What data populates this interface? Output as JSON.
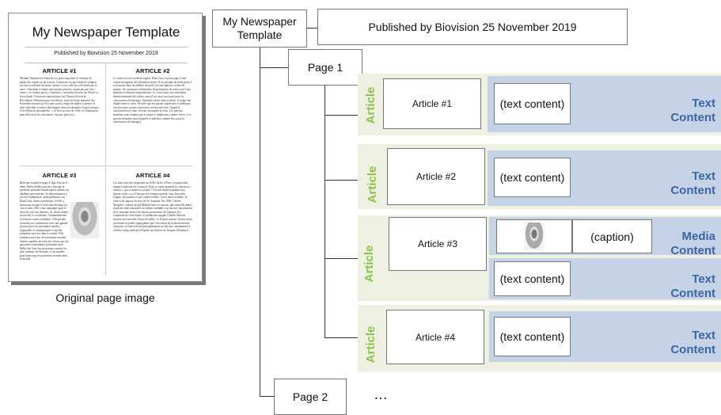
{
  "newspaper": {
    "title": "My Newspaper Template",
    "subtitle": "Published by Biovision 25 November 2019",
    "articles": [
      {
        "heading": "ARTICLE #1",
        "text": "Mettant l'homme au centre de ses préoccupations et refusant de parler des esprits ou de la mort, Confucius n'a pas fondé de religion au sens occidental du terme, même si son culte fut a été établi par la suite. Cherchant à fonder une morale positive, renonçant par fois « vieux » ce rivalité par la « sincérité », motivant l'accent sur l'étude et la rectitude. Confucius espérait pour les Chinois d'avoir la Révolution l'éducation par excellence, issue la forme attentive des Entretiens montre qu'il n'a pas voulu s'ériger en maître à penser, et qu'il cherchait à vouloir développer chez ses disciples l'esprit critique et la réflexion personnelle : « Je fixe un coin de voile, si l'étudiant ne peut découvrir les trois autres, tant pis pour lui »."
      },
      {
        "heading": "ARTICLE #2",
        "text": "Le castor est un excellent nageur. Dans l'eau, il peut nager à une vitesse atteignant dix kilomètres heure. Il est protégé du froid grâce à sa fourrure faite de milliers de poils et à une épaisse couche de graisse. Ses poumons volumineux lui permettent de rester sous l'eau pendant facilement vingt minutes. Le castor peut non seulement abattre aisément des arbres, mais il est aussi un expert pour la construction de barrages. Quand le castor abat un arbre, il ronge une double dans le tronc, de sorte que les parties supérieure et inférieure ont alors plus qu'une trop mince section très fine. Quand la construction est finie, le tronc accomplit le reste. Les perches branches sont coupées par le castor et employées comme vivres. Les grosses branches sont séparées et utilisées comme bois pour la construction de barrages."
      },
      {
        "heading": "ARTICLE #3",
        "text": "Bien que sourde-aveugle à l'âge d'un an et demi, Helen Keller parvint à devenir la première personne handicapée à obtenir un diplôme universitaire. Sa détermination a suscité l'admiration, principalement aux États-Unis. Autrice prolifique, Keller a beaucoup voyagé et était franche dans ses convictions. Elle a fait campagne pour le droit de vote des femmes, les droits relatifs au travail, le socialisme, l'antimilitarisme et d'autres causes similaires. Elle prenait en mains ses conférences avec une grande passion pour les personnes sourdes, l'apprendre à communiquer et qu'elle prenaient survivre dans le monde. Elle enseigna aussi que les personnes sourdes étaient capables de faire des choses que les personnes entendantes pouvaient faire. Keller fut l'une des personnes sourdes les plus connues de l'histoire, et un modèle pour beaucoup de personnes sourdes dans le monde."
      },
      {
        "heading": "ARTICLE #4",
        "text": "Les bals sont très fréquentés au XIXe siècle à Paris, en particulier durant la période du Carnaval. Dans ce cadre apparaît le cancan ou « chahut », qui se danse en couple. C'est une danse populaire aux figures osées, car à l'époque les femmes portent, sous leur robe, longue, des jupons et une culotte fendue. Lever ainsi la jambe, la robe et les jupons est très osé et choquant. En 1850, Céleste Mogador, vedette du bal Mabille lance le cancan, une nouvelle danse d'univers bien instaurées au rythme endiablé, sur des airs introduisent de la musique festive de danses parisiennes de l'époque. En s'inspirant de cette danse, le producteur anglais Charles Morton invente une nouvelle forme de ballet : le French cancan. Il était censé rencontrer le public anglophone par l'évocation de la liberté morale française, et était exécuté principalement sur des airs, notamment le célèbre Galop infernal d'Orphée aux Enfers de Jacques Offenbach."
      }
    ]
  },
  "original_caption": "Original page image",
  "tree": {
    "root": "My Newspaper Template",
    "publisher": "Published by Biovision 25 November 2019",
    "page1": "Page 1",
    "page2": "Page 2",
    "ellipsis": "…",
    "rows": [
      {
        "label": "Article",
        "article": "Article #1",
        "text": "(text content)",
        "type": "Text Content"
      },
      {
        "label": "Article",
        "article": "Article #2",
        "text": "(text content)",
        "type": "Text Content"
      },
      {
        "label": "Article",
        "article": "Article #3",
        "caption": "(caption)",
        "media_type": "Media Content",
        "text": "(text content)",
        "type": "Text Content"
      },
      {
        "label": "Article",
        "article": "Article #4",
        "text": "(text content)",
        "type": "Text Content"
      }
    ]
  },
  "colors": {
    "article_label": "#8bc34a",
    "content_label": "#3a66a8",
    "content_bg": "#c6d3e6",
    "row_bg": "#eef1e2"
  }
}
